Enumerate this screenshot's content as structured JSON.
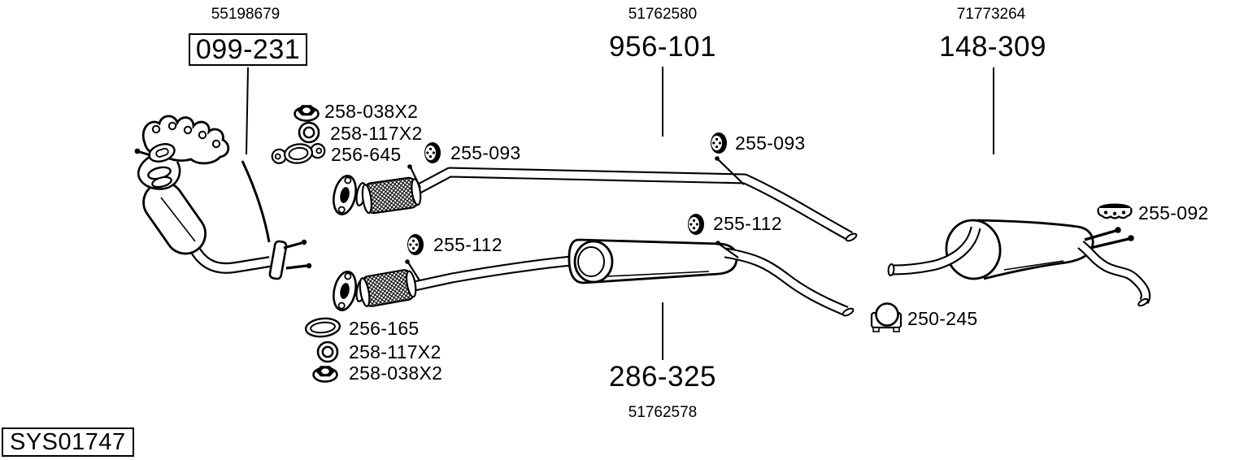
{
  "colors": {
    "line": "#000000",
    "background": "#ffffff"
  },
  "system_code": "SYS01747",
  "assemblies": [
    {
      "id": "manifold-catalyst",
      "oem_ref": "55198679",
      "part_number": "099-231",
      "boxed": true
    },
    {
      "id": "front-pipe",
      "oem_ref": "51762580",
      "part_number": "956-101",
      "boxed": false
    },
    {
      "id": "rear-muffler",
      "oem_ref": "71773264",
      "part_number": "148-309",
      "boxed": false
    },
    {
      "id": "center-assembly",
      "oem_ref": "51762578",
      "part_number": "286-325",
      "boxed": false
    }
  ],
  "callouts": [
    {
      "part_number": "258-038X2",
      "icon": "flange-nut-icon"
    },
    {
      "part_number": "258-117X2",
      "icon": "washer-icon"
    },
    {
      "part_number": "256-645",
      "icon": "flange-gasket-icon"
    },
    {
      "part_number": "255-093",
      "icon": "rubber-hanger-icon"
    },
    {
      "part_number": "255-093",
      "icon": "rubber-hanger-icon"
    },
    {
      "part_number": "255-112",
      "icon": "rubber-hanger-icon"
    },
    {
      "part_number": "255-112",
      "icon": "rubber-hanger-icon"
    },
    {
      "part_number": "255-092",
      "icon": "bracket-hanger-icon"
    },
    {
      "part_number": "250-245",
      "icon": "pipe-clamp-icon"
    },
    {
      "part_number": "256-165",
      "icon": "oval-gasket-icon"
    },
    {
      "part_number": "258-117X2",
      "icon": "washer-icon"
    },
    {
      "part_number": "258-038X2",
      "icon": "flange-nut-icon"
    }
  ]
}
